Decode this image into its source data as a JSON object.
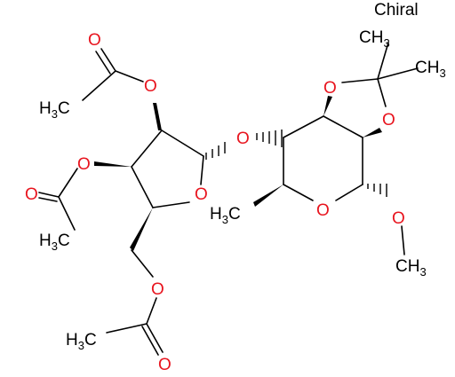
{
  "chiral_label": "Chiral",
  "atoms": {
    "o_ring_left": "O",
    "o_ring_right": "O",
    "o_glycosidic": "O",
    "o_acetyl_top": "O",
    "o_acetyl_top_carbonyl": "O",
    "o_acetyl_mid": "O",
    "o_acetyl_mid_carbonyl": "O",
    "o_acetyl_bottom": "O",
    "o_acetyl_bottom_carbonyl": "O",
    "o_dioxolane_left": "O",
    "o_dioxolane_right": "O",
    "o_methoxy": "O"
  },
  "groups": {
    "ch3_top_left": {
      "main": "H",
      "sub": "3",
      "tail": "C"
    },
    "ch3_mid_left": {
      "main": "H",
      "sub": "3",
      "tail": "C"
    },
    "ch3_bottom": {
      "main": "H",
      "sub": "3",
      "tail": "C"
    },
    "ch3_acetonide_1": {
      "main": "CH",
      "sub": "3"
    },
    "ch3_acetonide_2": {
      "main": "CH",
      "sub": "3"
    },
    "ch3_ring": {
      "main": "H",
      "sub": "3",
      "tail": "C"
    },
    "ch3_methoxy": {
      "main": "CH",
      "sub": "3"
    }
  },
  "colors": {
    "oxygen": "#e8141e",
    "carbon": "#000000"
  }
}
